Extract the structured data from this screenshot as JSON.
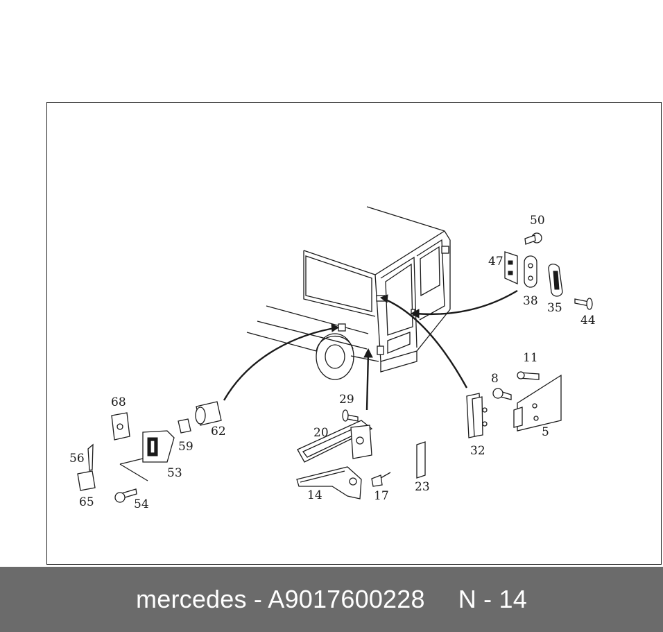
{
  "diagram": {
    "highlight_color": "#f08c8c",
    "callouts": [
      {
        "id": "part-50",
        "label": "50"
      },
      {
        "id": "part-47",
        "label": "47"
      },
      {
        "id": "part-38",
        "label": "38"
      },
      {
        "id": "part-35",
        "label": "35"
      },
      {
        "id": "part-44",
        "label": "44"
      },
      {
        "id": "part-11",
        "label": "11"
      },
      {
        "id": "part-8",
        "label": "8"
      },
      {
        "id": "part-5",
        "label": "5"
      },
      {
        "id": "part-32",
        "label": "32"
      },
      {
        "id": "part-29",
        "label": "29"
      },
      {
        "id": "part-20",
        "label": "20"
      },
      {
        "id": "part-23",
        "label": "23"
      },
      {
        "id": "part-17",
        "label": "17"
      },
      {
        "id": "part-14",
        "label": "14"
      },
      {
        "id": "part-68",
        "label": "68"
      },
      {
        "id": "part-62",
        "label": "62"
      },
      {
        "id": "part-59",
        "label": "59"
      },
      {
        "id": "part-53",
        "label": "53"
      },
      {
        "id": "part-56",
        "label": "56"
      },
      {
        "id": "part-65",
        "label": "65"
      },
      {
        "id": "part-54",
        "label": "54"
      }
    ]
  },
  "footer": {
    "brand_part": "mercedes - A9017600228",
    "position_ref": "N - 14",
    "background": "#6b6b6b"
  }
}
